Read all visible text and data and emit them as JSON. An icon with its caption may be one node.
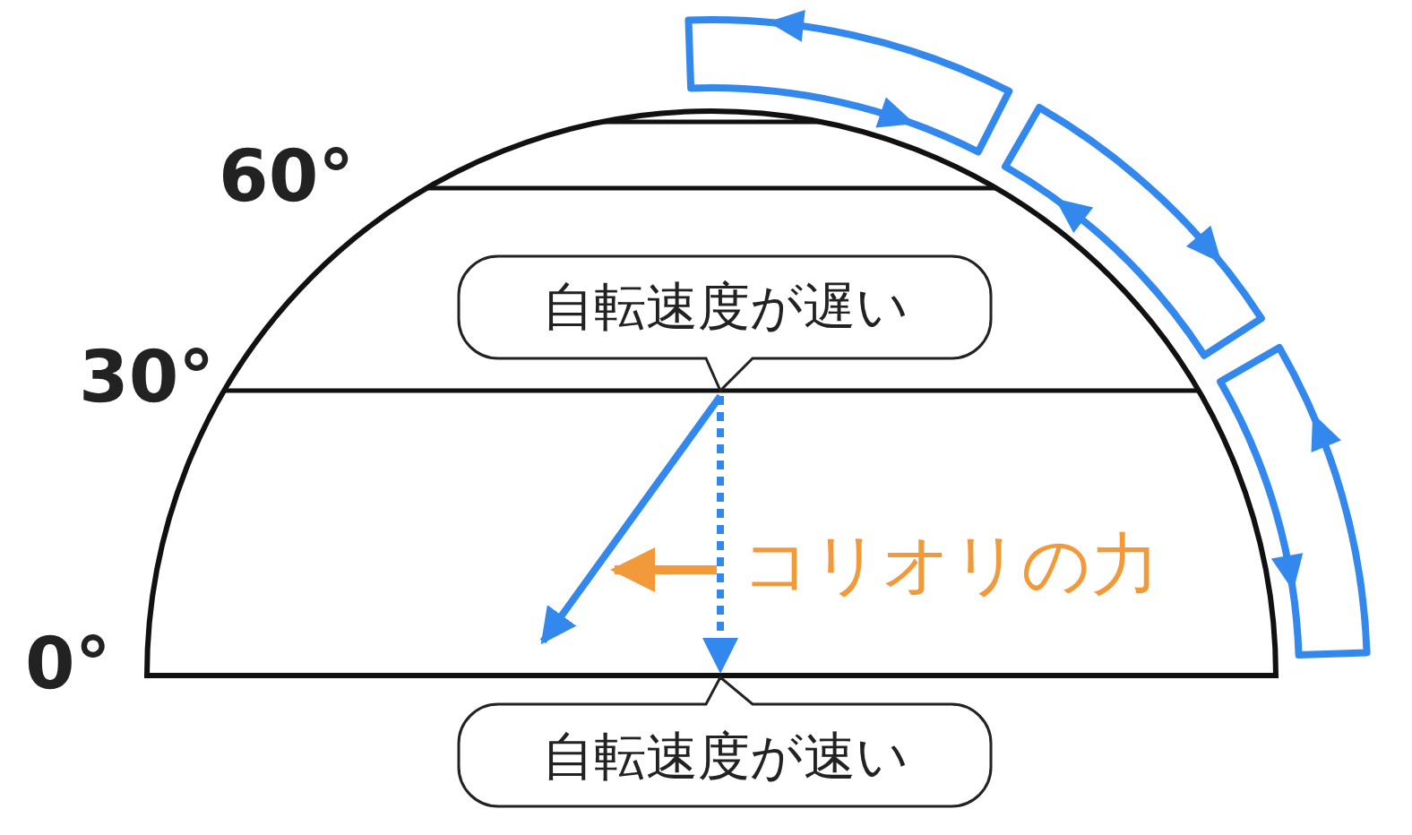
{
  "diagram": {
    "nodes": [
      {
        "text": [
          "自転速度が遅い"
        ]
      },
      {
        "text": [
          "自転速度が速い"
        ]
      }
    ],
    "edges": [
      {
        "from": 0,
        "to": null,
        "arrow": "to"
      },
      {
        "from": 0,
        "to": 1,
        "arrow": "to",
        "style": "dashed"
      }
    ],
    "labels": [
      "60°",
      "30°",
      "コリオリの力",
      "0°"
    ]
  }
}
